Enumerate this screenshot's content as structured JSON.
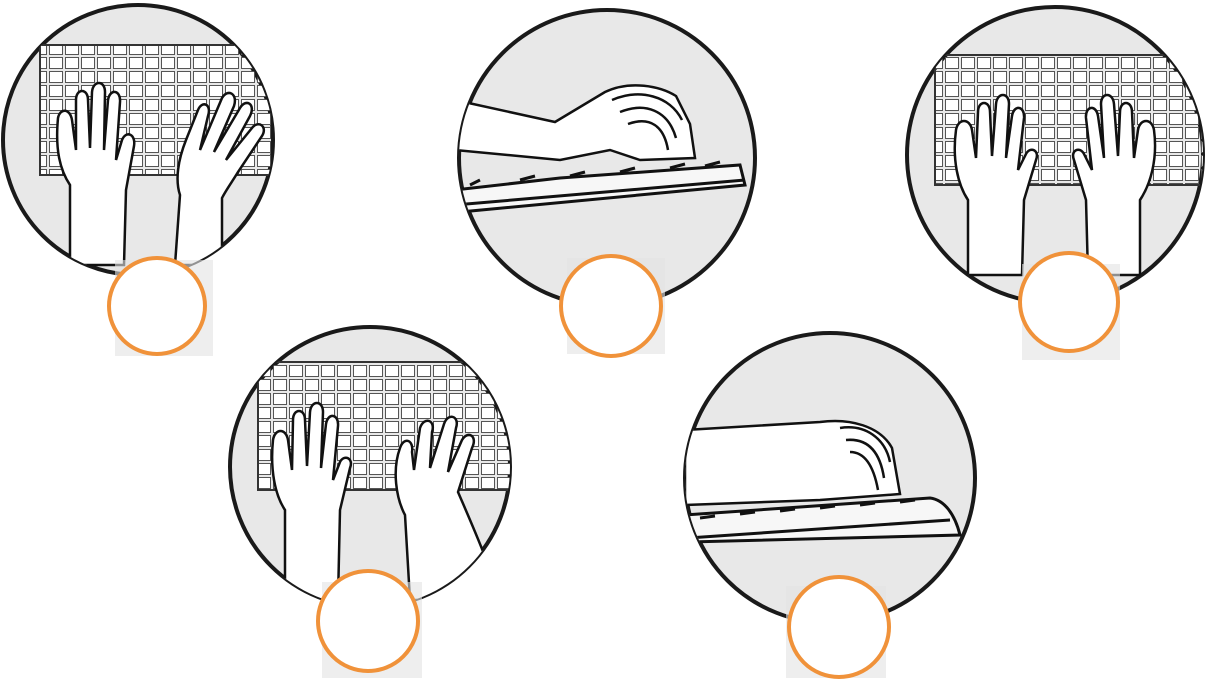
{
  "colors": {
    "background": "#ffffff",
    "circle_fill": "#e8e8e8",
    "circle_stroke": "#1a1a1a",
    "keyboard_fill": "#f7f7f7",
    "hand_fill": "#ffffff",
    "label_marker_stroke": "#f0923a",
    "label_marker_fill": "#ffffff"
  },
  "panels": [
    {
      "view": "top",
      "subject": "two-hands-on-keyboard",
      "hand_pose": "right-hand-fingers-angled",
      "label_marker": ""
    },
    {
      "view": "side",
      "subject": "hand-over-keyboard",
      "hand_pose": "wrist-bent-up",
      "label_marker": ""
    },
    {
      "view": "top",
      "subject": "two-hands-on-keyboard",
      "hand_pose": "both-hands-straight",
      "label_marker": ""
    },
    {
      "view": "top",
      "subject": "two-hands-on-keyboard",
      "hand_pose": "right-hand-fingers-angled",
      "label_marker": ""
    },
    {
      "view": "side",
      "subject": "hand-over-keyboard",
      "hand_pose": "wrist-straight",
      "label_marker": ""
    }
  ]
}
